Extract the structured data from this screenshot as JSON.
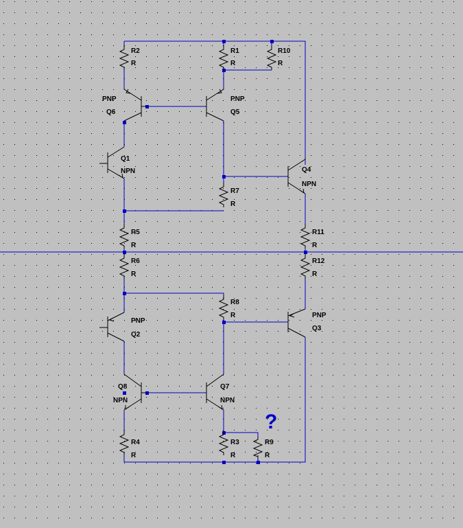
{
  "colors": {
    "background": "#c0c0c0",
    "wire": "#0000c8",
    "component": "#000000",
    "grid": "#000000"
  },
  "components": {
    "R1": {
      "ref": "R1",
      "value": "R"
    },
    "R2": {
      "ref": "R2",
      "value": "R"
    },
    "R3": {
      "ref": "R3",
      "value": "R"
    },
    "R4": {
      "ref": "R4",
      "value": "R"
    },
    "R5": {
      "ref": "R5",
      "value": "R"
    },
    "R6": {
      "ref": "R6",
      "value": "R"
    },
    "R7": {
      "ref": "R7",
      "value": "R"
    },
    "R8": {
      "ref": "R8",
      "value": "R"
    },
    "R9": {
      "ref": "R9",
      "value": "R"
    },
    "R10": {
      "ref": "R10",
      "value": "R"
    },
    "R11": {
      "ref": "R11",
      "value": "R"
    },
    "R12": {
      "ref": "R12",
      "value": "R"
    },
    "Q1": {
      "ref": "Q1",
      "type": "NPN"
    },
    "Q2": {
      "ref": "Q2",
      "type": "PNP"
    },
    "Q3": {
      "ref": "Q3",
      "type": "PNP"
    },
    "Q4": {
      "ref": "Q4",
      "type": "NPN"
    },
    "Q5": {
      "ref": "Q5",
      "type": "PNP"
    },
    "Q6": {
      "ref": "Q6",
      "type": "PNP"
    },
    "Q7": {
      "ref": "Q7",
      "type": "NPN"
    },
    "Q8": {
      "ref": "Q8",
      "type": "NPN"
    }
  },
  "annotation": "?"
}
